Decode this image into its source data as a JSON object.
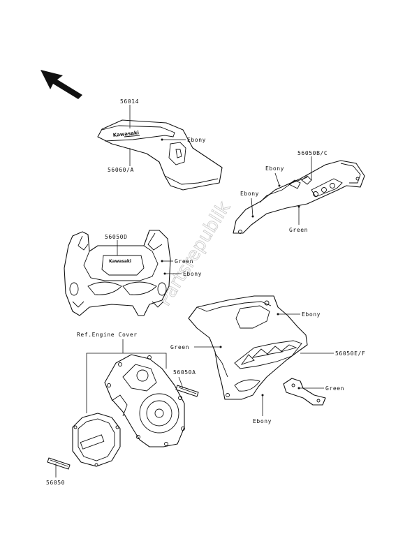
{
  "labels": {
    "p56014": "56014",
    "p56060a": "56060/A",
    "p56050bc": "56050B/C",
    "p56050d": "56050D",
    "p56050e": "56050E/F",
    "p56050a": "56050A",
    "p56050": "56050",
    "ref_engine_cover": "Ref.Engine Cover",
    "ebony_tank": "Ebony",
    "ebony_tail_top": "Ebony",
    "ebony_tail_left": "Ebony",
    "green_tail": "Green",
    "green_cowl": "Green",
    "ebony_cowl": "Ebony",
    "ebony_fairing_top": "Ebony",
    "green_fairing_left": "Green",
    "green_fairing_bracket": "Green",
    "ebony_fairing_bottom": "Ebony"
  },
  "logo": "Kawasaki",
  "watermark": "Partsrepublik"
}
